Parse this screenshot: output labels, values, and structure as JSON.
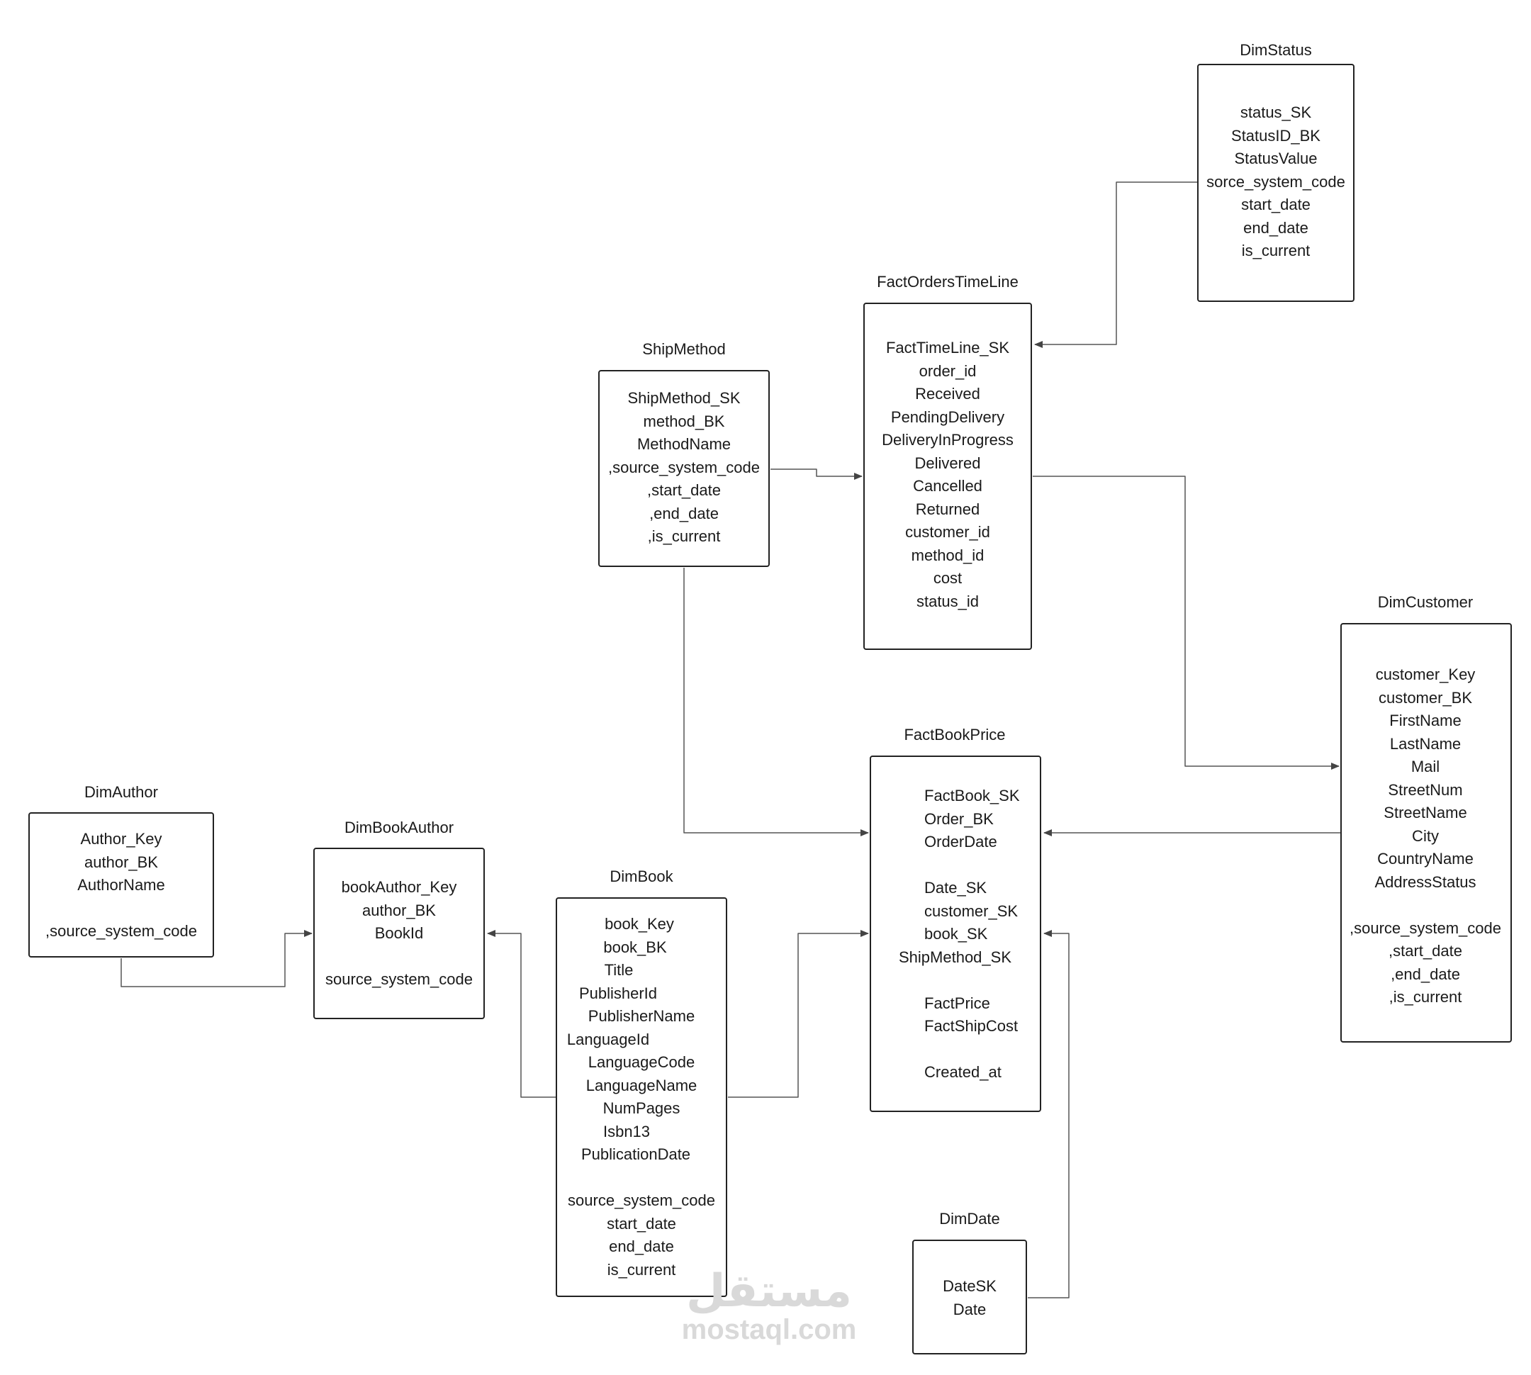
{
  "tables": {
    "DimStatus": {
      "title": "DimStatus",
      "fields": [
        "status_SK",
        "StatusID_BK",
        "StatusValue",
        "sorce_system_code",
        "start_date",
        "end_date",
        "is_current"
      ]
    },
    "FactOrdersTimeLine": {
      "title": "FactOrdersTimeLine",
      "fields": [
        "FactTimeLine_SK",
        "order_id",
        "Received",
        "PendingDelivery",
        "DeliveryInProgress",
        "Delivered",
        "Cancelled",
        "Returned",
        "customer_id",
        "method_id",
        "cost",
        "status_id"
      ]
    },
    "ShipMethod": {
      "title": "ShipMethod",
      "fields": [
        "ShipMethod_SK",
        "method_BK",
        "MethodName",
        ",source_system_code",
        ",start_date",
        ",end_date",
        ",is_current"
      ]
    },
    "DimCustomer": {
      "title": "DimCustomer",
      "fields": [
        "customer_Key",
        "customer_BK",
        "FirstName",
        "LastName",
        "Mail",
        "StreetNum",
        "StreetName",
        "City",
        "CountryName",
        "AddressStatus",
        "",
        ",source_system_code",
        ",start_date",
        ",end_date",
        ",is_current"
      ]
    },
    "FactBookPrice": {
      "title": "FactBookPrice",
      "fields": [
        "FactBook_SK",
        "Order_BK",
        "OrderDate",
        "",
        "Date_SK",
        "customer_SK",
        "book_SK",
        "ShipMethod_SK",
        "",
        "FactPrice",
        "FactShipCost",
        "",
        "Created_at"
      ]
    },
    "DimAuthor": {
      "title": "DimAuthor",
      "fields": [
        "Author_Key",
        "author_BK",
        "AuthorName",
        "",
        ",source_system_code"
      ]
    },
    "DimBookAuthor": {
      "title": "DimBookAuthor",
      "fields": [
        "bookAuthor_Key",
        "author_BK",
        "BookId",
        "",
        "source_system_code"
      ]
    },
    "DimBook": {
      "title": "DimBook",
      "fields": [
        "book_Key",
        "book_BK",
        "Title",
        "PublisherId",
        "PublisherName",
        "LanguageId",
        "LanguageCode",
        "LanguageName",
        "NumPages",
        "Isbn13",
        "PublicationDate",
        "",
        "source_system_code",
        "start_date",
        "end_date",
        "is_current"
      ]
    },
    "DimDate": {
      "title": "DimDate",
      "fields": [
        "DateSK",
        "Date"
      ]
    }
  },
  "watermark": {
    "arabic": "مستقل",
    "latin": "mostaql.com"
  },
  "colors": {
    "line": "#555555",
    "border": "#222222",
    "watermark": "#d9d9d9"
  }
}
